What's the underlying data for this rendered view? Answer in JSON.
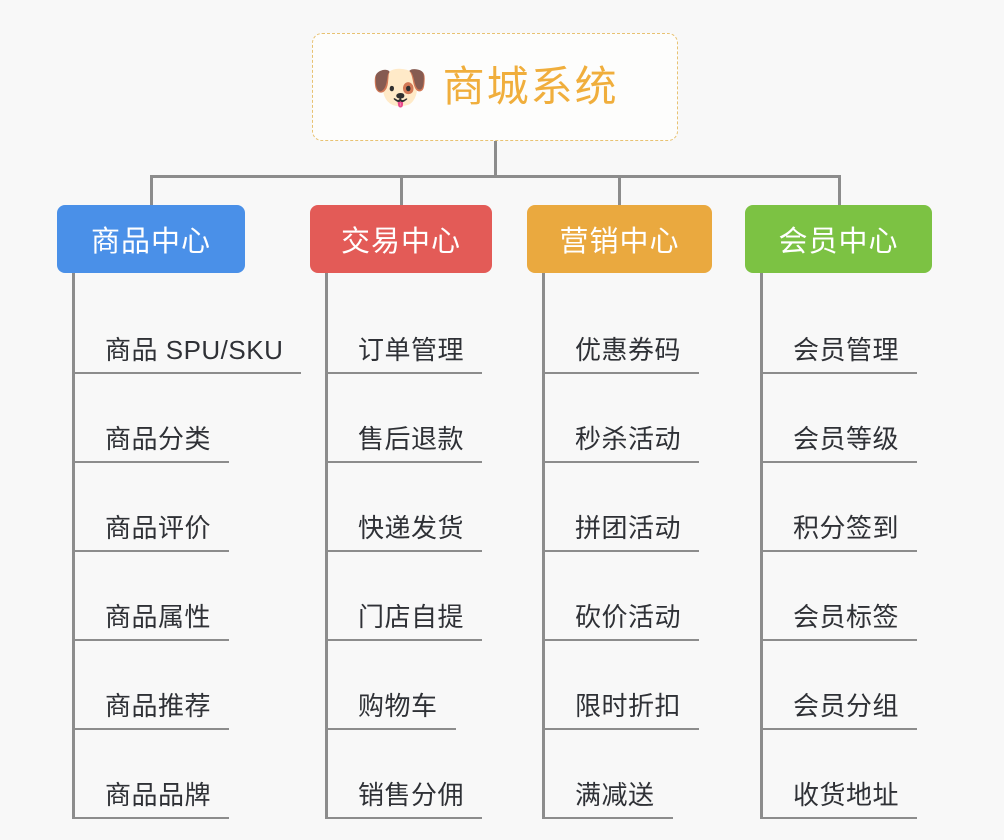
{
  "page": {
    "background_color": "#f8f8f8",
    "connector_color": "#8c8c8c"
  },
  "root": {
    "icon": "dog-face-icon",
    "icon_glyph": "🐶",
    "title": "商城系统",
    "text_color": "#f0ae3c",
    "border_color": "#e8c272"
  },
  "columns": [
    {
      "id": "products",
      "label": "商品中心",
      "color": "#4a90e8",
      "items": [
        "商品 SPU/SKU",
        "商品分类",
        "商品评价",
        "商品属性",
        "商品推荐",
        "商品品牌"
      ]
    },
    {
      "id": "trade",
      "label": "交易中心",
      "color": "#e35b57",
      "items": [
        "订单管理",
        "售后退款",
        "快递发货",
        "门店自提",
        "购物车",
        "销售分佣"
      ]
    },
    {
      "id": "marketing",
      "label": "营销中心",
      "color": "#eaa93f",
      "items": [
        "优惠券码",
        "秒杀活动",
        "拼团活动",
        "砍价活动",
        "限时折扣",
        "满减送"
      ]
    },
    {
      "id": "member",
      "label": "会员中心",
      "color": "#7cc243",
      "items": [
        "会员管理",
        "会员等级",
        "积分签到",
        "会员标签",
        "会员分组",
        "收货地址"
      ]
    }
  ]
}
